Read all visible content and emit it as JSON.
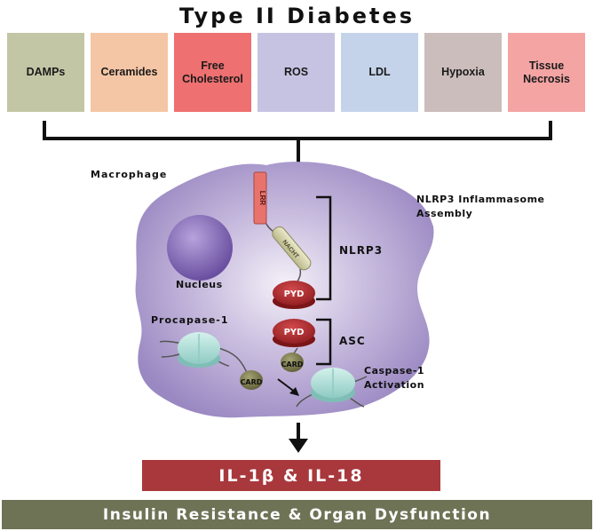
{
  "title": "Type II Diabetes",
  "factors": [
    {
      "label": "DAMPs",
      "color": "#c3c6a4"
    },
    {
      "label": "Ceramides",
      "color": "#f5c6a5"
    },
    {
      "label": "Free Cholesterol",
      "color": "#ee7070"
    },
    {
      "label": "ROS",
      "color": "#c6c3e2"
    },
    {
      "label": "LDL",
      "color": "#c4d3ea"
    },
    {
      "label": "Hypoxia",
      "color": "#cbbdbb"
    },
    {
      "label": "Tissue Necrosis",
      "color": "#f3a4a3"
    }
  ],
  "labels": {
    "macrophage": "Macrophage",
    "nucleus": "Nucleus",
    "assembly_line1": "NLRP3 Inflammasome",
    "assembly_line2": "Assembly",
    "nlrp3": "NLRP3",
    "asc": "ASC",
    "procaspase": "Procapase-1",
    "activation_line1": "Caspase-1",
    "activation_line2": "Activation"
  },
  "domains": {
    "lrr": "LRR",
    "nacht": "NACHT",
    "pyd": "PYD",
    "card": "CARD"
  },
  "cytokines": "IL-1β & IL-18",
  "outcome": "Insulin Resistance & Organ Dysfunction",
  "colors": {
    "cell": "#a89ac9",
    "nucleus": "#7e63b0",
    "pyd": "#b5282c",
    "card": "#7b7a4f",
    "caspase": "#a9dcd6",
    "lrr": "#e8736d",
    "nacht": "#d9d8b0",
    "il_bar": "#a8383c",
    "outcome_bar": "#6f7356"
  }
}
